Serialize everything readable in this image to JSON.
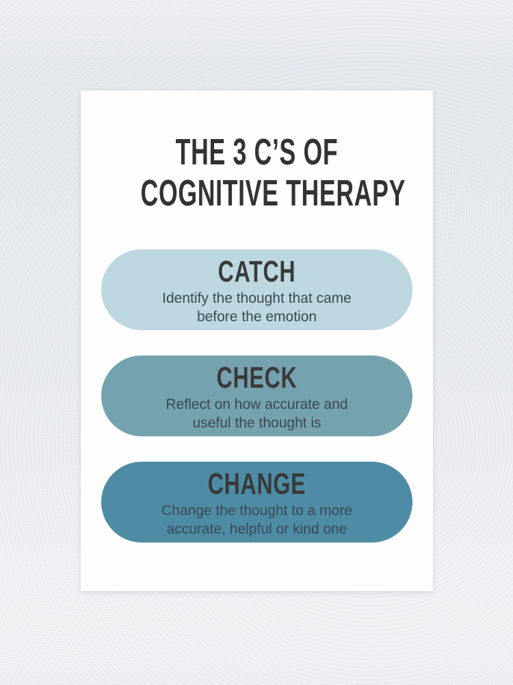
{
  "scene": {
    "wall_color": "#e7eaee",
    "poster_color": "#fefefe"
  },
  "poster": {
    "title": {
      "line1": "THE 3 C’S OF",
      "line2": "COGNITIVE THERAPY",
      "color": "#333333"
    },
    "heading_color": "#3a3a3a",
    "desc_color": "#3b4852",
    "sections": [
      {
        "heading": "CATCH",
        "desc_line1": "Identify the thought that came",
        "desc_line2": "before the emotion",
        "bg_color": "#bdd7e0"
      },
      {
        "heading": "CHECK",
        "desc_line1": "Reflect on how accurate and",
        "desc_line2": "useful the thought is",
        "bg_color": "#74a2ae"
      },
      {
        "heading": "CHANGE",
        "desc_line1": "Change the thought to a more",
        "desc_line2": "accurate, helpful or kind one",
        "bg_color": "#4e8ca6"
      }
    ]
  }
}
